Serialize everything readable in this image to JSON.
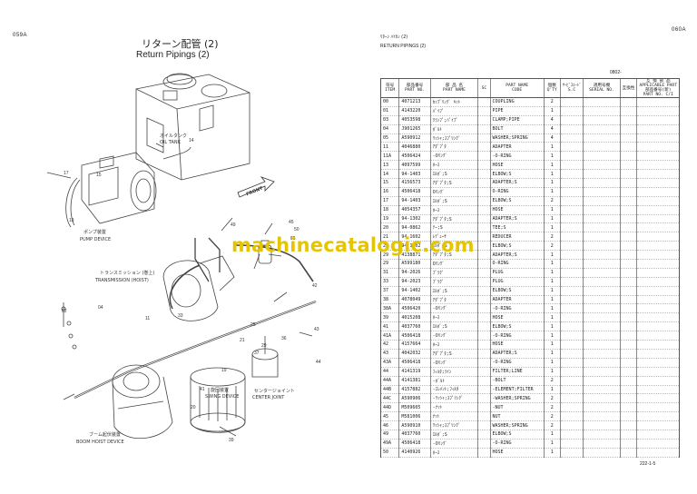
{
  "left_page": {
    "page_code": "059A",
    "title_jp": "リターン配管 (2)",
    "title_en": "Return Pipings (2)",
    "labels": {
      "oil_tank_jp": "オイルタンク",
      "oil_tank_en": "OIL TANK",
      "pump_jp": "ポンプ装置",
      "pump_en": "PUMP DEVICE",
      "transmission_jp": "トランスミッション (巻上)",
      "transmission_en": "TRANSMISSION (HOIST)",
      "center_joint_jp": "センタージョイント",
      "center_joint_en": "CENTER JOINT",
      "swing_jp": "旋回装置",
      "swing_en": "SWING DEVICE",
      "boom_hoist_jp": "ブーム起伏装置",
      "boom_hoist_en": "BOOM HOIST DEVICE",
      "front": "FRONT"
    },
    "callouts": [
      "14",
      "17",
      "15",
      "13",
      "49",
      "45",
      "50",
      "05",
      "01",
      "42",
      "43",
      "03",
      "04",
      "33",
      "03",
      "02",
      "03",
      "11",
      "04",
      "03",
      "21",
      "25",
      "29",
      "37",
      "36",
      "44",
      "03",
      "43",
      "15",
      "41",
      "19",
      "20",
      "18",
      "39"
    ]
  },
  "right_page": {
    "page_code": "060A",
    "title_jp": "ﾘﾀｰﾝ ﾊｲｶﾝ (2)",
    "title_en": "RETURN PIPINGS (2)",
    "table_code": "0802-",
    "footer_code": "222-1-5",
    "columns": {
      "item_jp": "符号",
      "item_en": "ITEM",
      "partno_jp": "部品番号",
      "partno_en": "PART NO.",
      "partname_jp": "部 品 名",
      "partname_en": "PART NAME",
      "sc": "SC",
      "code_jp": "PART NAME",
      "code_en": "CODE",
      "qty_jp": "個数",
      "qty_en": "Q'TY",
      "svc_jp": "ｻｰﾋﾞｽｺｰﾄﾞ",
      "svc_en": "S.C",
      "serial_jp": "適用号機",
      "serial_en": "SERIAL NO.",
      "compat_jp": "互換性",
      "applicable_jp": "互 換 部 品",
      "applicable_en": "APPLICABLE PART",
      "partno2_jp": "部品番号(新)",
      "partno2_en": "PART NO. C/I"
    },
    "rows": [
      {
        "item": "00",
        "partno": "4071213",
        "jp": "ｶｯﾌﾟﾘﾝｸﾞ ｷｯﾄ",
        "code": "COUPLING",
        "qty": "2"
      },
      {
        "item": "01",
        "partno": "4143220",
        "jp": "ﾊﾟｲﾌﾟ",
        "code": "PIPE",
        "qty": "1"
      },
      {
        "item": "03",
        "partno": "4053598",
        "jp": "ｸﾗﾝﾌﾟ;ﾊﾟｲﾌﾟ",
        "code": "CLAMP;PIPE",
        "qty": "4"
      },
      {
        "item": "04",
        "partno": "J901265",
        "jp": "ﾎﾞﾙﾄ",
        "code": "BOLT",
        "qty": "4"
      },
      {
        "item": "05",
        "partno": "A590912",
        "jp": "ﾜｯｼｬ;ｽﾌﾟﾘﾝｸﾞ",
        "code": "WASHER;SPRING",
        "qty": "4"
      },
      {
        "item": "11",
        "partno": "4046880",
        "jp": "ｱﾀﾞﾌﾟﾀ",
        "code": "ADAPTER",
        "qty": "1"
      },
      {
        "item": "11A",
        "partno": "4506424",
        "jp": "-Oﾘﾝｸﾞ",
        "code": "-O-RING",
        "qty": "1"
      },
      {
        "item": "13",
        "partno": "4097599",
        "jp": "ﾎｰｽ",
        "code": "HOSE",
        "qty": "1"
      },
      {
        "item": "14",
        "partno": "94-1403",
        "jp": "ｴﾙﾎﾞ;S",
        "code": "ELBOW;S",
        "qty": "1"
      },
      {
        "item": "15",
        "partno": "4156573",
        "jp": "ｱﾀﾞﾌﾟﾀ;S",
        "code": "ADAPTER;S",
        "qty": "1"
      },
      {
        "item": "16",
        "partno": "4506418",
        "jp": "Oﾘﾝｸﾞ",
        "code": "O-RING",
        "qty": "1"
      },
      {
        "item": "17",
        "partno": "94-1403",
        "jp": "ｴﾙﾎﾞ;S",
        "code": "ELBOW;S",
        "qty": "2"
      },
      {
        "item": "18",
        "partno": "4054357",
        "jp": "ﾎｰｽ",
        "code": "HOSE",
        "qty": "1"
      },
      {
        "item": "19",
        "partno": "94-1302",
        "jp": "ｱﾀﾞﾌﾟﾀ;S",
        "code": "ADAPTER;S",
        "qty": "1"
      },
      {
        "item": "20",
        "partno": "94-0862",
        "jp": "ﾃｰ;S",
        "code": "TEE;S",
        "qty": "1"
      },
      {
        "item": "21",
        "partno": "94-1602",
        "jp": "ﾚﾃﾞｭｰｻ",
        "code": "REDUCER",
        "qty": "2"
      },
      {
        "item": "25",
        "partno": "94-1502",
        "jp": "ｴﾙﾎﾞ;S",
        "code": "ELBOW;S",
        "qty": "2"
      },
      {
        "item": "29",
        "partno": "4138871",
        "jp": "ｱﾀﾞﾌﾟﾀ;S",
        "code": "ADAPTER;S",
        "qty": "1"
      },
      {
        "item": "29",
        "partno": "A599180",
        "jp": "Oﾘﾝｸﾞ",
        "code": "O-RING",
        "qty": "1"
      },
      {
        "item": "31",
        "partno": "94-2026",
        "jp": "ﾌﾟﾗｸﾞ",
        "code": "PLUG",
        "qty": "1"
      },
      {
        "item": "33",
        "partno": "94-2023",
        "jp": "ﾌﾟﾗｸﾞ",
        "code": "PLUG",
        "qty": "1"
      },
      {
        "item": "37",
        "partno": "94-1402",
        "jp": "ｴﾙﾎﾞ;S",
        "code": "ELBOW;S",
        "qty": "1"
      },
      {
        "item": "38",
        "partno": "4078049",
        "jp": "ｱﾀﾞﾌﾟﾀ",
        "code": "ADAPTER",
        "qty": "1"
      },
      {
        "item": "38A",
        "partno": "4506420",
        "jp": "-Oﾘﾝｸﾞ",
        "code": "-O-RING",
        "qty": "1"
      },
      {
        "item": "39",
        "partno": "4015208",
        "jp": "ﾎｰｽ",
        "code": "HOSE",
        "qty": "1"
      },
      {
        "item": "41",
        "partno": "4037760",
        "jp": "ｴﾙﾎﾞ;S",
        "code": "ELBOW;S",
        "qty": "1"
      },
      {
        "item": "41A",
        "partno": "4506418",
        "jp": "-Oﾘﾝｸﾞ",
        "code": "-O-RING",
        "qty": "1"
      },
      {
        "item": "42",
        "partno": "4157664",
        "jp": "ﾎｰｽ",
        "code": "HOSE",
        "qty": "1"
      },
      {
        "item": "43",
        "partno": "4042032",
        "jp": "ｱﾀﾞﾌﾟﾀ;S",
        "code": "ADAPTER;S",
        "qty": "1"
      },
      {
        "item": "43A",
        "partno": "4506418",
        "jp": "-Oﾘﾝｸﾞ",
        "code": "-O-RING",
        "qty": "1"
      },
      {
        "item": "44",
        "partno": "4141319",
        "jp": "ﾌｨﾙﾀ;ﾗｲﾝ",
        "code": "FILTER;LINE",
        "qty": "1"
      },
      {
        "item": "44A",
        "partno": "4141381",
        "jp": "-ﾎﾞﾙﾄ",
        "code": "-BOLT",
        "qty": "2"
      },
      {
        "item": "44B",
        "partno": "4157882",
        "jp": "-ｴﾚﾒﾝﾄ;ﾌｨﾙﾀ",
        "code": "-ELEMENT;FILTER",
        "qty": "1"
      },
      {
        "item": "44C",
        "partno": "A590906",
        "jp": "-ﾜｯｼｬ;ｽﾌﾟﾘﾝｸﾞ",
        "code": "-WASHER;SPRING",
        "qty": "2"
      },
      {
        "item": "44D",
        "partno": "M509605",
        "jp": "-ﾅｯﾄ",
        "code": "-NUT",
        "qty": "2"
      },
      {
        "item": "45",
        "partno": "M581006",
        "jp": "ﾅｯﾄ",
        "code": "NUT",
        "qty": "2"
      },
      {
        "item": "46",
        "partno": "A590910",
        "jp": "ﾜｯｼｬ;ｽﾌﾟﾘﾝｸﾞ",
        "code": "WASHER;SPRING",
        "qty": "2"
      },
      {
        "item": "49",
        "partno": "4037760",
        "jp": "ｴﾙﾎﾞ;S",
        "code": "ELBOW;S",
        "qty": "1"
      },
      {
        "item": "49A",
        "partno": "4506418",
        "jp": "-Oﾘﾝｸﾞ",
        "code": "-O-RING",
        "qty": "1"
      },
      {
        "item": "50",
        "partno": "4140926",
        "jp": "ﾎｰｽ",
        "code": "HOSE",
        "qty": "1"
      }
    ]
  },
  "watermark": "machinecatalogic.com"
}
